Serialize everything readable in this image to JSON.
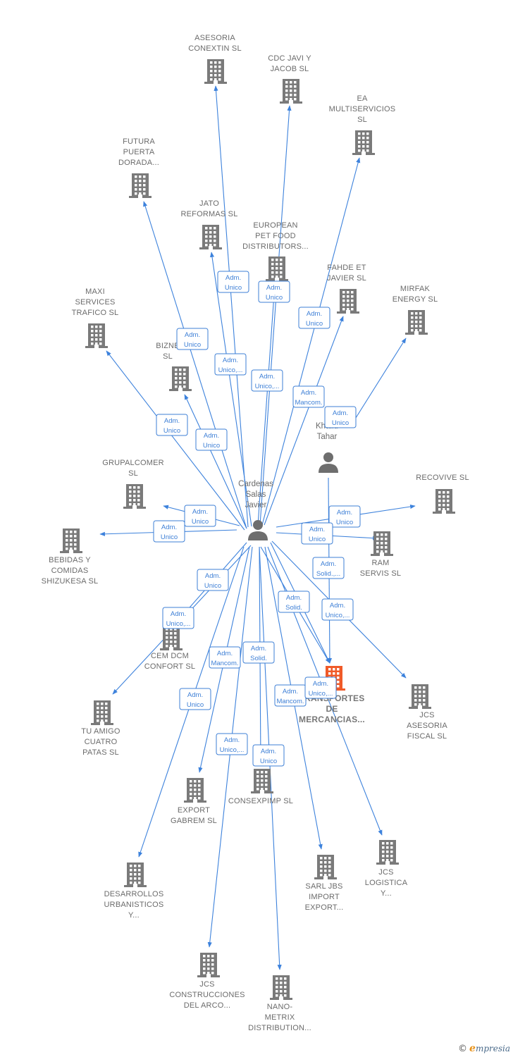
{
  "colors": {
    "edge": "#3d82dc",
    "building": "#7a7a7a",
    "focus": "#f05a28",
    "badge": "#3d7fd6",
    "person": "#6e6e6e"
  },
  "people": [
    {
      "id": "p1",
      "lines": [
        "Cardenas",
        "Salas",
        "Javier"
      ]
    },
    {
      "id": "p2",
      "lines": [
        "Khalid",
        "Tahar"
      ]
    }
  ],
  "companies": [
    {
      "id": "c01",
      "lines": [
        "ASESORIA",
        "CONEXTIN  SL"
      ]
    },
    {
      "id": "c02",
      "lines": [
        "CDC JAVI Y",
        "JACOB  SL"
      ]
    },
    {
      "id": "c03",
      "lines": [
        "EA",
        "MULTISERVICIOS",
        "SL"
      ]
    },
    {
      "id": "c04",
      "lines": [
        "FUTURA",
        "PUERTA",
        "DORADA..."
      ]
    },
    {
      "id": "c05",
      "lines": [
        "JATO",
        "REFORMAS  SL"
      ]
    },
    {
      "id": "c06",
      "lines": [
        "EUROPEAN",
        "PET FOOD",
        "DISTRIBUTORS..."
      ]
    },
    {
      "id": "c07",
      "lines": [
        "FAHDE ET",
        "JAVIER  SL"
      ]
    },
    {
      "id": "c08",
      "lines": [
        "MIRFAK",
        "ENERGY  SL"
      ]
    },
    {
      "id": "c09",
      "lines": [
        "MAXI",
        "SERVICES",
        "TRAFICO  SL"
      ]
    },
    {
      "id": "c10",
      "lines": [
        "BIZNE",
        "SL"
      ]
    },
    {
      "id": "c11",
      "lines": [
        "GRUPALCOMER",
        "SL"
      ]
    },
    {
      "id": "c12",
      "lines": [
        "RECOVIVE  SL"
      ]
    },
    {
      "id": "c13",
      "lines": [
        "BEBIDAS Y",
        "COMIDAS",
        "SHIZUKESA  SL"
      ]
    },
    {
      "id": "c14",
      "lines": [
        "RAM",
        "SERVIS  SL"
      ]
    },
    {
      "id": "c15",
      "lines": [
        "CEM DCM",
        "CONFORT  SL"
      ]
    },
    {
      "id": "c16",
      "lines": [
        "TRANSPORTES",
        "DE",
        "MERCANCIAS..."
      ]
    },
    {
      "id": "c17",
      "lines": [
        "JCS",
        "ASESORIA",
        "FISCAL  SL"
      ]
    },
    {
      "id": "c18",
      "lines": [
        "TU AMIGO",
        "CUATRO",
        "PATAS  SL"
      ]
    },
    {
      "id": "c19",
      "lines": [
        "EXPORT",
        "GABREM  SL"
      ]
    },
    {
      "id": "c20",
      "lines": [
        "CONSEXPIMP SL"
      ]
    },
    {
      "id": "c21",
      "lines": [
        "DESARROLLOS",
        "URBANISTICOS",
        "Y..."
      ]
    },
    {
      "id": "c22",
      "lines": [
        "SARL JBS",
        "IMPORT",
        "EXPORT..."
      ]
    },
    {
      "id": "c23",
      "lines": [
        "JCS",
        "LOGISTICA",
        "Y..."
      ]
    },
    {
      "id": "c24",
      "lines": [
        "JCS",
        "CONSTRUCCIONES",
        "DEL ARCO..."
      ]
    },
    {
      "id": "c25",
      "lines": [
        "NANO-",
        "METRIX",
        "DISTRIBUTION..."
      ]
    }
  ],
  "edges": [
    {
      "from": "p1",
      "to": "c01",
      "role": [
        "Adm.",
        "Unico"
      ]
    },
    {
      "from": "p1",
      "to": "c02",
      "role": [
        "Adm.",
        "Unico"
      ]
    },
    {
      "from": "p1",
      "to": "c03",
      "role": [
        "Adm.",
        "Unico"
      ]
    },
    {
      "from": "p1",
      "to": "c04",
      "role": [
        "Adm.",
        "Unico"
      ]
    },
    {
      "from": "p1",
      "to": "c05",
      "role": [
        "Adm.",
        "Unico,..."
      ]
    },
    {
      "from": "p1",
      "to": "c06",
      "role": [
        "Adm.",
        "Unico,..."
      ]
    },
    {
      "from": "p1",
      "to": "c07",
      "role": [
        "Adm.",
        "Mancom."
      ]
    },
    {
      "from": "p1",
      "to": "c09",
      "role": [
        "Adm.",
        "Unico"
      ]
    },
    {
      "from": "p1",
      "to": "c10",
      "role": [
        "Adm.",
        "Unico"
      ]
    },
    {
      "from": "p1",
      "to": "c11",
      "role": [
        "Adm.",
        "Unico"
      ]
    },
    {
      "from": "p1",
      "to": "c13",
      "role": [
        "Adm.",
        "Unico"
      ]
    },
    {
      "from": "p1",
      "to": "c12",
      "role": [
        "Adm.",
        "Unico"
      ]
    },
    {
      "from": "p1",
      "to": "c14",
      "role": [
        "Adm.",
        "Unico"
      ]
    },
    {
      "from": "p1",
      "to": "c15",
      "role": [
        "Adm.",
        "Unico"
      ]
    },
    {
      "from": "p1",
      "to": "c18",
      "role": [
        "Adm.",
        "Unico,..."
      ]
    },
    {
      "from": "p1",
      "to": "c16",
      "role": [
        "Adm.",
        "Solid.,..."
      ]
    },
    {
      "from": "p1",
      "to": "c17",
      "role": [
        "Adm.",
        "Unico,..."
      ]
    },
    {
      "from": "p1",
      "to": "c19",
      "role": [
        "Adm.",
        "Mancom."
      ]
    },
    {
      "from": "p1",
      "to": "c20",
      "role": [
        "Adm.",
        "Solid."
      ]
    },
    {
      "from": "p1",
      "to": "c21",
      "role": [
        "Adm.",
        "Unico"
      ]
    },
    {
      "from": "p1",
      "to": "c22",
      "role": [
        "Adm.",
        "Mancom."
      ]
    },
    {
      "from": "p1",
      "to": "c23",
      "role": [
        "Adm.",
        "Unico,..."
      ]
    },
    {
      "from": "p1",
      "to": "c24",
      "role": [
        "Adm.",
        "Unico,..."
      ]
    },
    {
      "from": "p1",
      "to": "c25",
      "role": [
        "Adm.",
        "Unico"
      ]
    },
    {
      "from": "p2",
      "to": "c08",
      "role": [
        "Adm.",
        "Unico"
      ]
    },
    {
      "from": "p2",
      "to": "c16",
      "role": []
    },
    {
      "from": "p1",
      "to": "c16",
      "role": [
        "Adm.",
        "Solid."
      ]
    }
  ],
  "footer": {
    "copyright": "©",
    "brand_initial": "e",
    "brand_rest": "mpresia"
  }
}
